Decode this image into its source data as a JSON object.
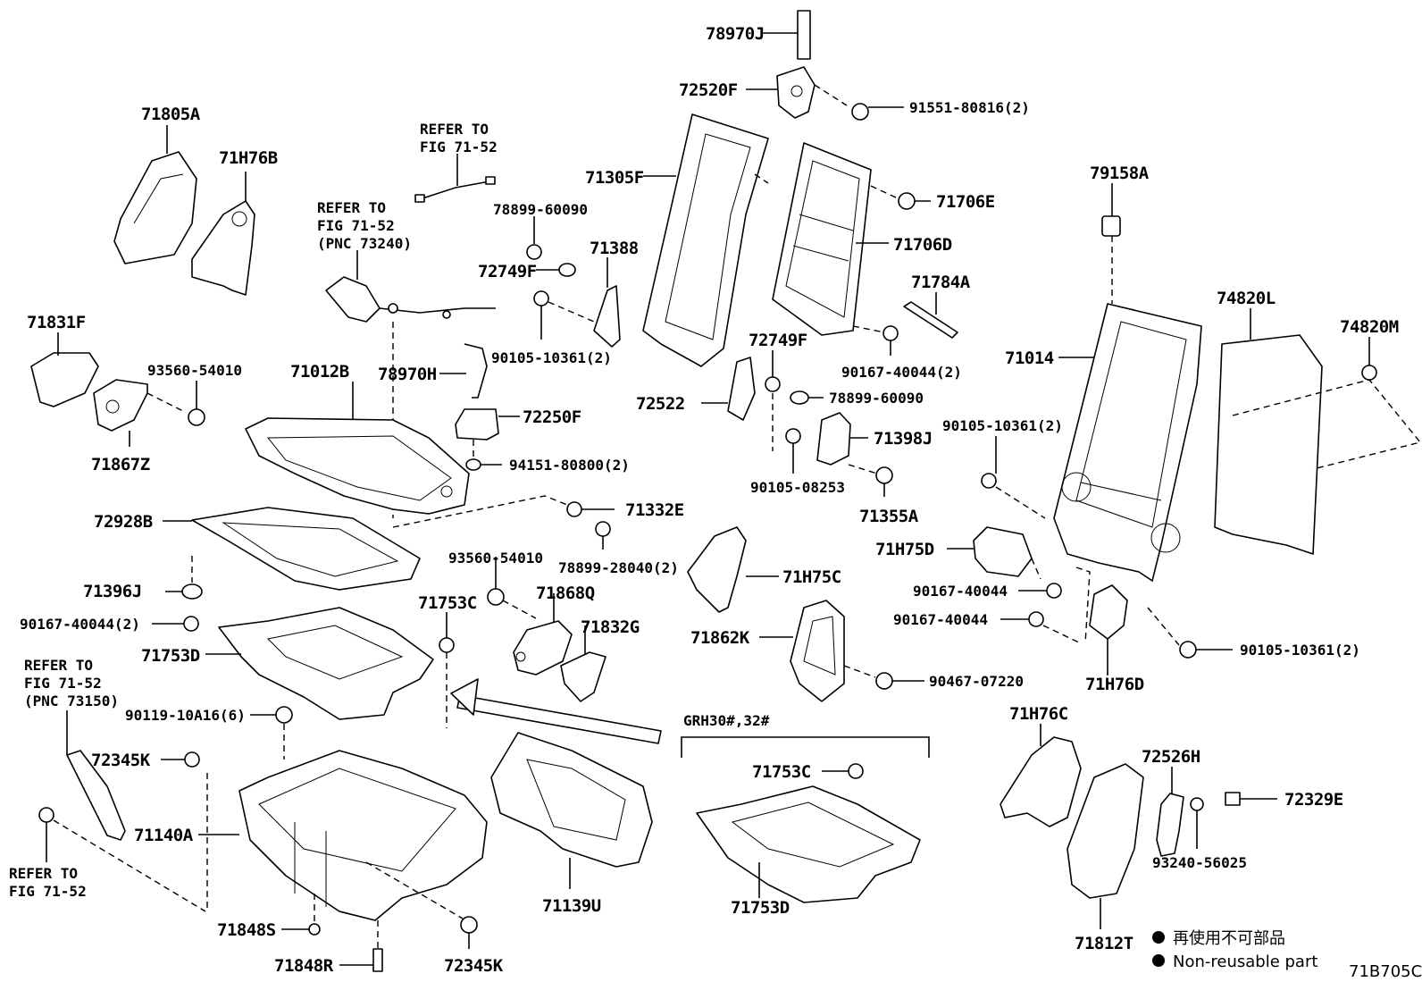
{
  "diagram_code": "71B705C",
  "legend": {
    "jp": "再使用不可部品",
    "en": "Non-reusable part"
  },
  "group_label": "GRH30#,32#",
  "refs": {
    "r1": [
      "REFER TO",
      "FIG 71-52"
    ],
    "r2": [
      "REFER TO",
      "FIG 71-52",
      "(PNC 73240)"
    ],
    "r3": [
      "REFER TO",
      "FIG 71-52",
      "(PNC 73150)"
    ],
    "r4": [
      "REFER TO",
      "FIG 71-52"
    ]
  },
  "parts": {
    "p78970J": "78970J",
    "p72520F": "72520F",
    "p91551": "91551-80816(2)",
    "p71805A": "71805A",
    "p71H76B": "71H76B",
    "p71305F": "71305F",
    "p71706E": "71706E",
    "p78899_60090a": "78899-60090",
    "p71388": "71388",
    "p72749Fa": "72749F",
    "p71706D": "71706D",
    "p79158A": "79158A",
    "p71784A": "71784A",
    "p74820L": "74820L",
    "p74820M": "74820M",
    "p71831F": "71831F",
    "p93560a": "93560-54010",
    "p90105_10361a": "90105-10361(2)",
    "p72749Fb": "72749F",
    "p90167_40044_2a": "90167-40044(2)",
    "p71014": "71014",
    "p71012B": "71012B",
    "p78970H": "78970H",
    "p72522": "72522",
    "p78899_60090b": "78899-60090",
    "p72250F": "72250F",
    "p71867Z": "71867Z",
    "p71398J": "71398J",
    "p90105_10361b": "90105-10361(2)",
    "p94151": "94151-80800(2)",
    "p90105_08253": "90105-08253",
    "p71355A": "71355A",
    "p71332E": "71332E",
    "p72928B": "72928B",
    "p71H75D": "71H75D",
    "p93560b": "93560-54010",
    "p78899_28040": "78899-28040(2)",
    "p71H75C": "71H75C",
    "p71396J": "71396J",
    "p90167_40044a": "90167-40044",
    "p71868Q": "71868Q",
    "p71753Ca": "71753C",
    "p90167_40044_2b": "90167-40044(2)",
    "p90167_40044b": "90167-40044",
    "p71832G": "71832G",
    "p71862K": "71862K",
    "p90105_10361c": "90105-10361(2)",
    "p71753Da": "71753D",
    "p90467": "90467-07220",
    "p71H76D": "71H76D",
    "p90119": "90119-10A16(6)",
    "p71H76C": "71H76C",
    "p72526H": "72526H",
    "p72345Ka": "72345K",
    "p71753Cb": "71753C",
    "p72329E": "72329E",
    "p71140A": "71140A",
    "p93240": "93240-56025",
    "p71139U": "71139U",
    "p71753Db": "71753D",
    "p71812T": "71812T",
    "p71848S": "71848S",
    "p71848R": "71848R",
    "p72345Kb": "72345K"
  }
}
